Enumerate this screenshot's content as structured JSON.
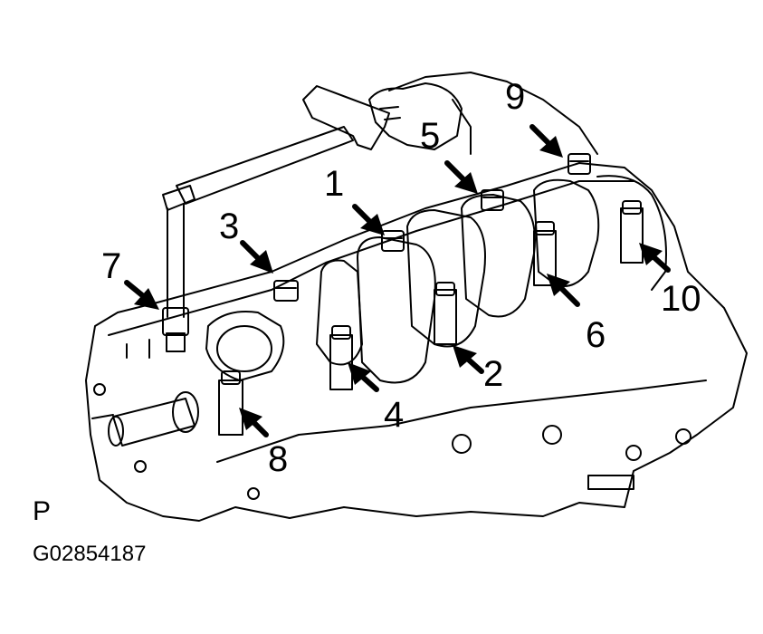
{
  "figure": {
    "bolt_numbers": [
      "1",
      "2",
      "3",
      "4",
      "5",
      "6",
      "7",
      "8",
      "9",
      "10"
    ],
    "corner_mark": "P",
    "figure_code": "G02854187",
    "stroke_color": "#000000",
    "arrow_color": "#000000",
    "background_color": "#ffffff"
  }
}
